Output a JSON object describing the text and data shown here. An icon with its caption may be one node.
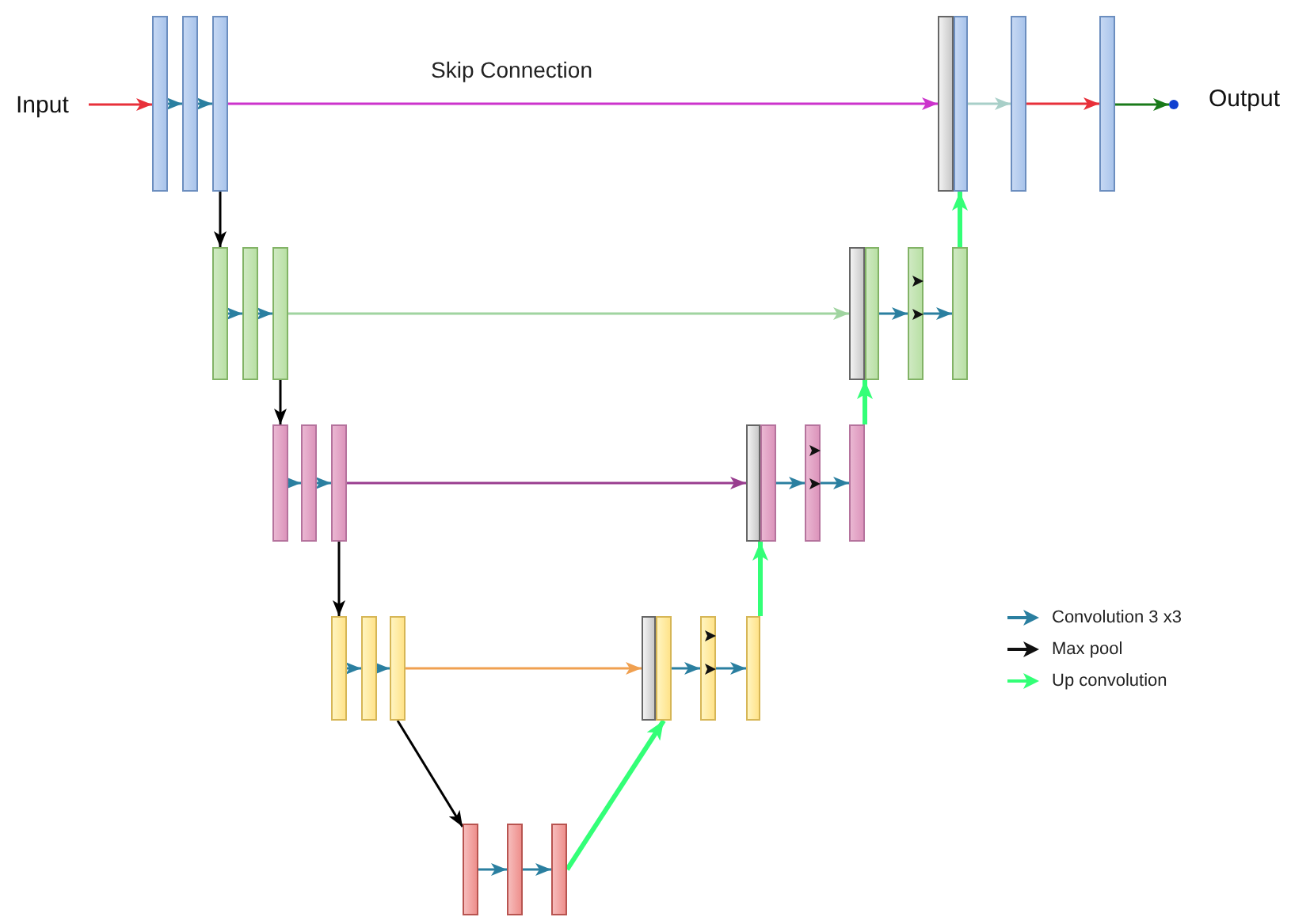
{
  "diagram": {
    "nodes": [
      {
        "text": [
          "Input"
        ]
      },
      {
        "text": [],
        "shape": "bar"
      },
      {
        "text": [],
        "shape": "bar"
      },
      {
        "text": [],
        "shape": "bar"
      },
      {
        "text": [],
        "shape": "bar"
      },
      {
        "text": [],
        "shape": "bar"
      },
      {
        "text": [],
        "shape": "bar"
      },
      {
        "text": [],
        "shape": "bar"
      },
      {
        "text": [],
        "shape": "circle",
        "beside": [
          "Output"
        ]
      },
      {
        "text": [],
        "shape": "bar"
      },
      {
        "text": [],
        "shape": "bar"
      },
      {
        "text": [],
        "shape": "bar"
      },
      {
        "text": [],
        "shape": "bar"
      },
      {
        "text": [],
        "shape": "bar"
      },
      {
        "text": [],
        "shape": "bar"
      },
      {
        "text": [],
        "shape": "bar"
      },
      {
        "text": [],
        "shape": "bar"
      },
      {
        "text": [],
        "shape": "bar"
      },
      {
        "text": [],
        "shape": "bar"
      },
      {
        "text": [],
        "shape": "bar"
      },
      {
        "text": [],
        "shape": "bar"
      },
      {
        "text": [],
        "shape": "bar"
      },
      {
        "text": [],
        "shape": "bar"
      },
      {
        "text": [],
        "shape": "bar"
      },
      {
        "text": [],
        "shape": "bar"
      },
      {
        "text": [],
        "shape": "bar"
      },
      {
        "text": [],
        "shape": "bar"
      },
      {
        "text": [],
        "shape": "bar"
      },
      {
        "text": [],
        "shape": "bar"
      },
      {
        "text": [],
        "shape": "bar"
      },
      {
        "text": [],
        "shape": "bar"
      },
      {
        "text": [],
        "shape": "bar"
      },
      {
        "text": [],
        "shape": "bar"
      }
    ],
    "edges": [
      {
        "from": 0,
        "to": 1,
        "arrow": "to",
        "color": "#e8303a"
      },
      {
        "from": 1,
        "to": 2,
        "arrow": "to"
      },
      {
        "from": 2,
        "to": 3,
        "arrow": "to"
      },
      {
        "from": 3,
        "to": 4,
        "arrow": "to",
        "color": "#cc33cc",
        "label": "Skip Connection"
      },
      {
        "from": 5,
        "to": 6,
        "arrow": "to",
        "color": "#a8cfc8"
      },
      {
        "from": 6,
        "to": 7,
        "arrow": "to",
        "color": "#e8303a"
      },
      {
        "from": 7,
        "to": 8,
        "arrow": "to",
        "color": "#1a7a1a"
      },
      {
        "from": 3,
        "to": 9,
        "arrow": "to",
        "color": "#000000"
      },
      {
        "from": 9,
        "to": 10,
        "arrow": "to"
      },
      {
        "from": 10,
        "to": 11,
        "arrow": "to"
      },
      {
        "from": 11,
        "to": 12,
        "arrow": "to",
        "color": "#a0d4a0"
      },
      {
        "from": 13,
        "to": 14,
        "arrow": "to"
      },
      {
        "from": 14,
        "to": 15,
        "arrow": "to"
      },
      {
        "from": 15,
        "to": 5,
        "arrow": "to",
        "style": "thick",
        "color": "#33ff77"
      },
      {
        "from": 11,
        "to": 16,
        "arrow": "to",
        "color": "#000000"
      },
      {
        "from": 16,
        "to": 17,
        "arrow": "to"
      },
      {
        "from": 17,
        "to": 18,
        "arrow": "to"
      },
      {
        "from": 18,
        "to": 19,
        "arrow": "to",
        "color": "#993d8f"
      },
      {
        "from": 20,
        "to": 21,
        "arrow": "to"
      },
      {
        "from": 21,
        "to": 22,
        "arrow": "to"
      },
      {
        "from": 22,
        "to": 13,
        "arrow": "to",
        "style": "thick",
        "color": "#33ff77"
      },
      {
        "from": 18,
        "to": 23,
        "arrow": "to",
        "color": "#000000"
      },
      {
        "from": 23,
        "to": 24,
        "arrow": "to"
      },
      {
        "from": 24,
        "to": 25,
        "arrow": "to"
      },
      {
        "from": 25,
        "to": 26,
        "arrow": "to",
        "color": "#f0a050"
      },
      {
        "from": 27,
        "to": 28,
        "arrow": "to"
      },
      {
        "from": 28,
        "to": 29,
        "arrow": "to"
      },
      {
        "from": 29,
        "to": 20,
        "arrow": "to",
        "style": "thick",
        "color": "#33ff77"
      },
      {
        "from": 25,
        "to": 30,
        "arrow": "to",
        "color": "#000000"
      },
      {
        "from": 30,
        "to": 31,
        "arrow": "to"
      },
      {
        "from": 31,
        "to": 32,
        "arrow": "to"
      },
      {
        "from": 32,
        "to": 27,
        "arrow": "to",
        "style": "thick",
        "color": "#33ff77"
      }
    ],
    "legend": [
      {
        "text": "Convolution 3 x3"
      },
      {
        "text": "Max pool"
      },
      {
        "text": "Up convolution"
      }
    ]
  }
}
